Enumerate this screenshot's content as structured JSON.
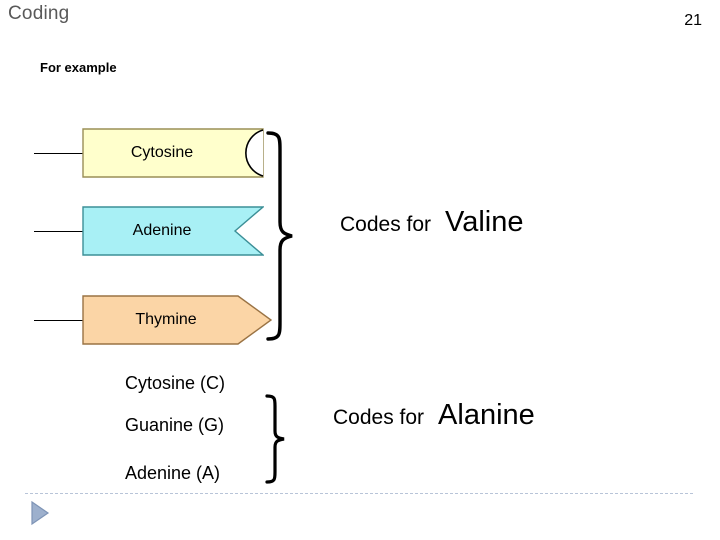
{
  "slide": {
    "title": "Coding",
    "page_number": "21",
    "subheading": "For example"
  },
  "codons": {
    "first_codon": {
      "bases": [
        {
          "label": "Cytosine",
          "shape": "rounded-notch-rectangle",
          "fill": "#FFFFCC",
          "stroke": "#9a8f57"
        },
        {
          "label": "Adenine",
          "shape": "ribbon-vnotch",
          "fill": "#A8F0F5",
          "stroke": "#3c8f97"
        },
        {
          "label": "Thymine",
          "shape": "right-arrow-pentagon",
          "fill": "#FBD5A6",
          "stroke": "#9a7344"
        }
      ],
      "codes_for_label": "Codes for",
      "amino_acid": "Valine"
    },
    "second_codon": {
      "bases": [
        {
          "label": "Cytosine (C)"
        },
        {
          "label": "Guanine (G)"
        },
        {
          "label": "Adenine (A)"
        }
      ],
      "codes_for_label": "Codes for",
      "amino_acid": "Alanine"
    }
  },
  "footer": {
    "rule_color": "#b8c4d8",
    "play_marker_icon": "play-triangle-icon",
    "play_marker_color": "#8fa6c6"
  }
}
